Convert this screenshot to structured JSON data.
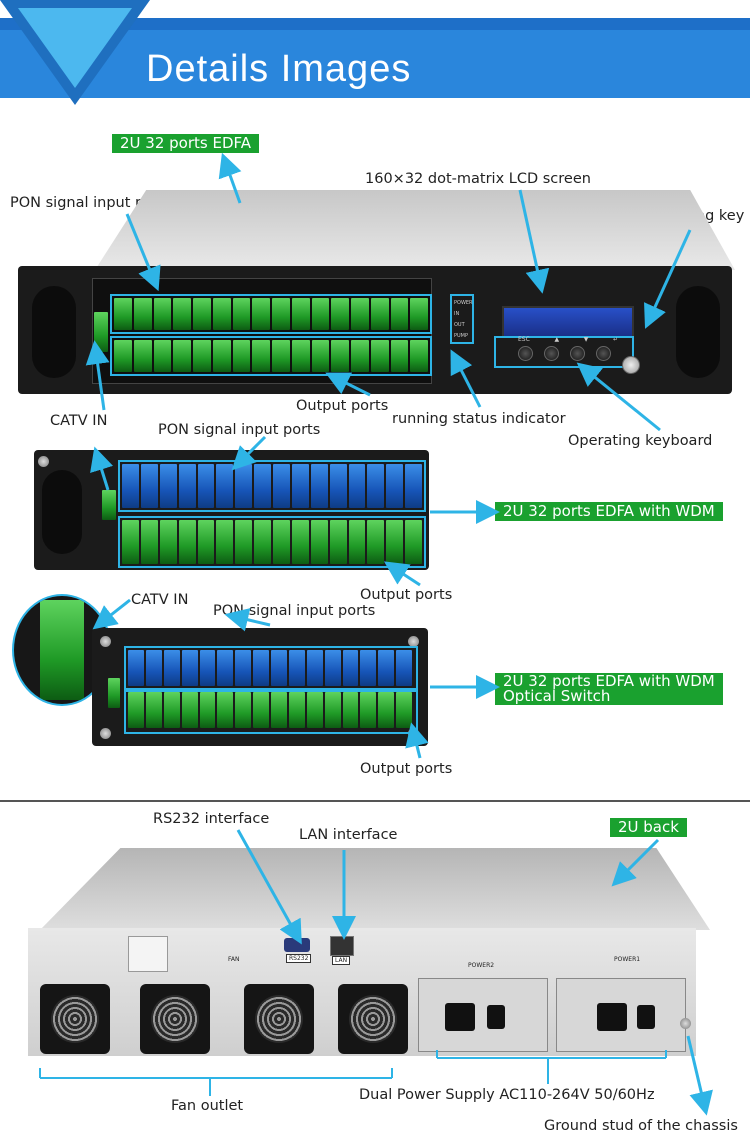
{
  "header": {
    "title": "Details Images"
  },
  "section1": {
    "badge": "2U 32 ports EDFA",
    "pon_input": "PON signal input ports",
    "lcd_screen": "160×32 dot-matrix LCD screen",
    "pump_key": "Pump laser switching key",
    "catv_in": "CATV IN",
    "output_ports": "Output ports",
    "status_indicator": "running status indicator",
    "keyboard": "Operating keyboard",
    "led_labels": [
      "POWER",
      "IN",
      "OUT",
      "PUMP"
    ],
    "key_labels": [
      "ESC",
      "▲",
      "▼",
      "↵"
    ]
  },
  "section2": {
    "pon_input": "PON signal input ports",
    "badge": "2U 32 ports EDFA with WDM",
    "output_ports": "Output ports"
  },
  "section3": {
    "catv_in": "CATV IN",
    "pon_input": "PON signal input ports",
    "badge_line1": "2U 32 ports EDFA with WDM",
    "badge_line2": "Optical Switch",
    "output_ports": "Output ports"
  },
  "section4": {
    "rs232": "RS232 interface",
    "lan": "LAN interface",
    "badge": "2U back",
    "fan_outlet": "Fan outlet",
    "dual_power": "Dual Power Supply AC110-264V 50/60Hz",
    "ground": "Ground stud of the chassis",
    "rs232_tag": "RS232",
    "lan_tag": "LAN",
    "power2_tag": "POWER2",
    "power1_tag": "POWER1",
    "fan_tag": "FAN"
  },
  "colors": {
    "accent": "#2eb4e6",
    "badge": "#1aa12f",
    "header_blue": "#1e6fc8"
  }
}
